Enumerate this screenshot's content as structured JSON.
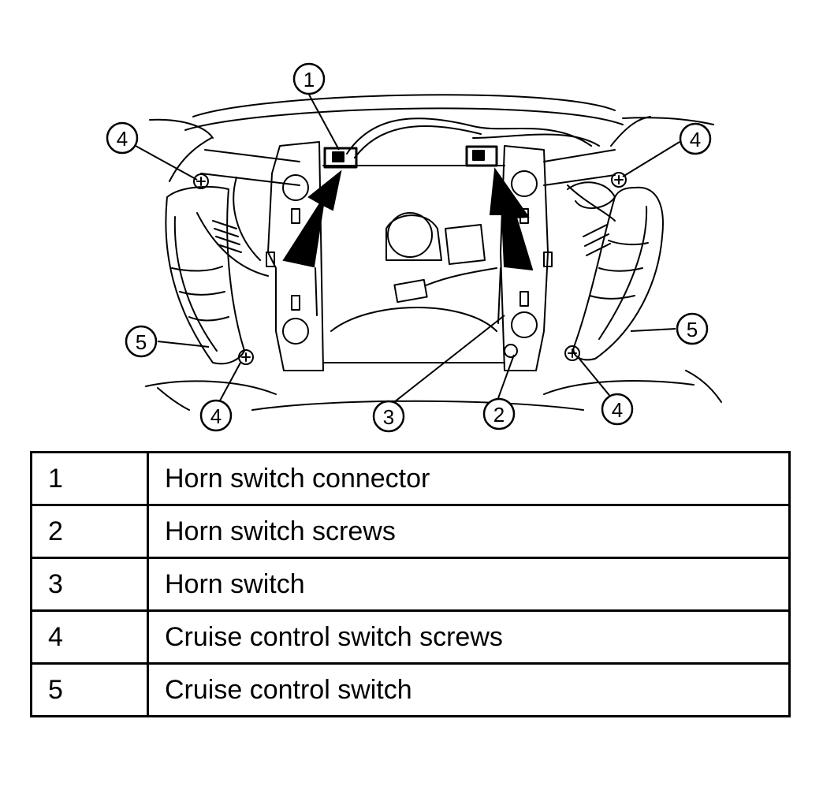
{
  "diagram": {
    "callouts": {
      "top_connector": "1",
      "upper_left_screw": "4",
      "upper_right_screw": "4",
      "left_switch": "5",
      "right_switch": "5",
      "lower_left_screw": "4",
      "lower_right_screw": "4",
      "horn_switch": "3",
      "horn_screw": "2"
    }
  },
  "legend": {
    "rows": [
      {
        "number": "1",
        "label": "Horn switch connector"
      },
      {
        "number": "2",
        "label": "Horn switch screws"
      },
      {
        "number": "3",
        "label": "Horn switch"
      },
      {
        "number": "4",
        "label": "Cruise control switch screws"
      },
      {
        "number": "5",
        "label": "Cruise control switch"
      }
    ]
  }
}
